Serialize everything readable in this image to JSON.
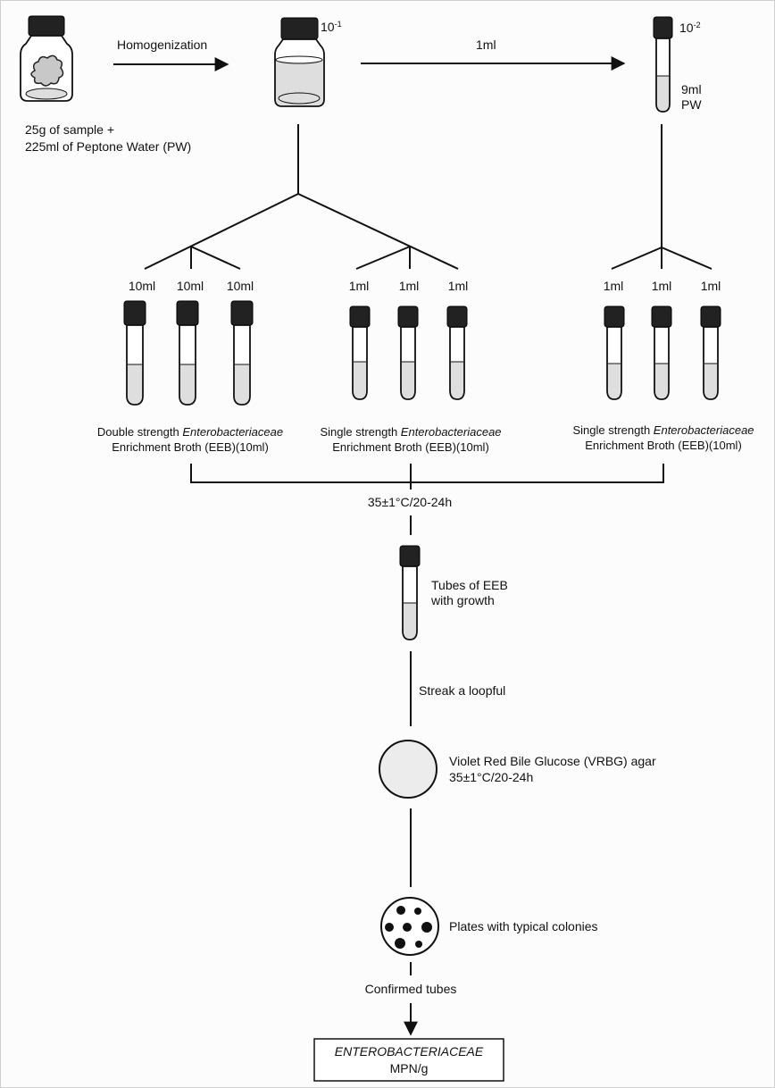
{
  "colors": {
    "line": "#111111",
    "cap": "#222222",
    "liquid": "#dedede",
    "background": "#fcfcfc"
  },
  "sample": {
    "line1": "25g of sample +",
    "line2": "225ml of Peptone Water (PW)"
  },
  "arrows": {
    "homogenization": "Homogenization",
    "transfer_1ml": "1ml"
  },
  "dilution_1": {
    "base": "10",
    "exp": "-1"
  },
  "dilution_2": {
    "base": "10",
    "exp": "-2",
    "vol": "9ml",
    "diluent": "PW"
  },
  "groups": [
    {
      "volumes": [
        "10ml",
        "10ml",
        "10ml"
      ],
      "label_prefix": "Double strength ",
      "label_organism": "Enterobacteriaceae",
      "label_line2": "Enrichment Broth (EEB)(10ml)"
    },
    {
      "volumes": [
        "1ml",
        "1ml",
        "1ml"
      ],
      "label_prefix": "Single strength ",
      "label_organism": "Enterobacteriaceae",
      "label_line2": "Enrichment Broth (EEB)(10ml)"
    },
    {
      "volumes": [
        "1ml",
        "1ml",
        "1ml"
      ],
      "label_prefix": "Single strength ",
      "label_organism": "Enterobacteriaceae",
      "label_line2": "Enrichment Broth (EEB)(10ml)"
    }
  ],
  "incubation": "35±1°C/20-24h",
  "growth": {
    "line1": "Tubes of EEB",
    "line2": "with growth"
  },
  "streak": "Streak a loopful",
  "agar": {
    "line1": "Violet Red Bile Glucose (VRBG) agar",
    "line2": "35±1°C/20-24h"
  },
  "plates": "Plates with typical colonies",
  "confirmed": "Confirmed tubes",
  "result": {
    "line1": "ENTEROBACTERIACEAE",
    "line2": "MPN/g"
  }
}
